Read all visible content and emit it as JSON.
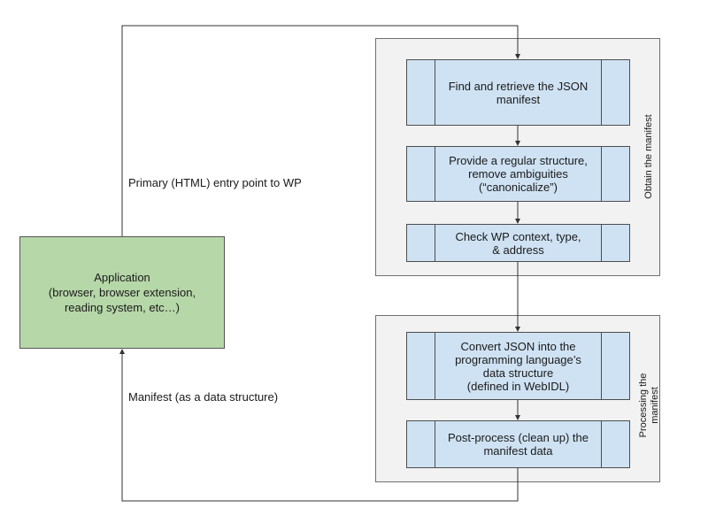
{
  "application": {
    "label": "Application\n(browser, browser extension,\nreading system, etc…)"
  },
  "edges": {
    "entry_point": "Primary (HTML) entry point to WP",
    "manifest_return": "Manifest (as a data structure)"
  },
  "groups": {
    "obtain": {
      "label": "Obtain the manifest",
      "steps": [
        "Find and retrieve the JSON\nmanifest",
        "Provide a regular structure,\nremove ambiguities\n(“canonicalize”)",
        "Check WP context, type,\n& address"
      ]
    },
    "processing": {
      "label": "Processing the\nmanifest",
      "steps": [
        "Convert JSON into the\nprogramming language’s\ndata structure\n(defined in WebIDL)",
        "Post-process (clean up)  the\nmanifest data"
      ]
    }
  },
  "colors": {
    "application_fill": "#b6d7a8",
    "step_fill": "#cfe2f3",
    "group_fill": "#f2f2f2",
    "line": "#4d4d4d"
  }
}
